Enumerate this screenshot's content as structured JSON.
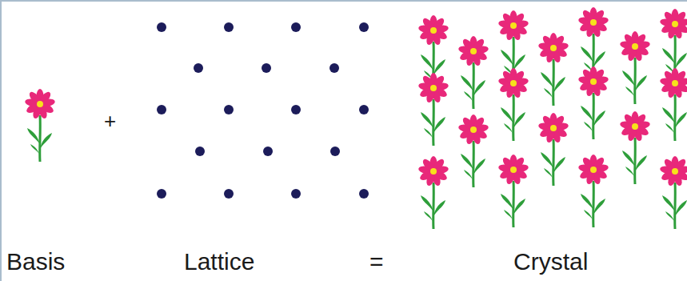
{
  "diagram": {
    "labels": [
      "+",
      "Basis",
      "Lattice",
      "=",
      "Crystal"
    ]
  }
}
